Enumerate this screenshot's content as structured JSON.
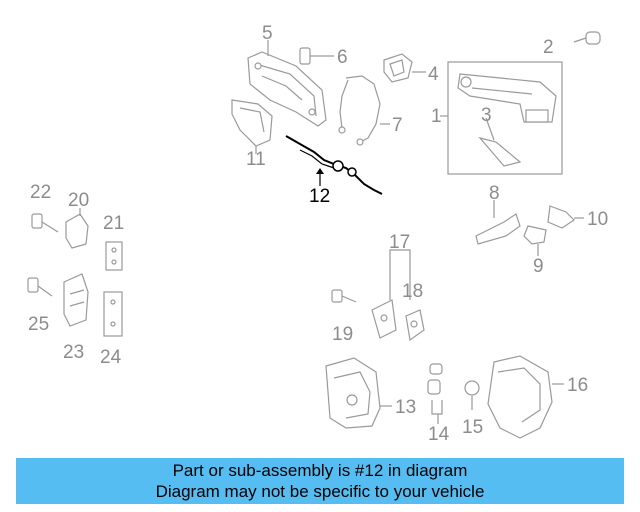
{
  "diagram": {
    "highlighted_part": "12",
    "callouts": {
      "c1": "1",
      "c2": "2",
      "c3": "3",
      "c4": "4",
      "c5": "5",
      "c6": "6",
      "c7": "7",
      "c8": "8",
      "c9": "9",
      "c10": "10",
      "c11": "11",
      "c12": "12",
      "c13": "13",
      "c14": "14",
      "c15": "15",
      "c16": "16",
      "c17": "17",
      "c18": "18",
      "c19": "19",
      "c20": "20",
      "c21": "21",
      "c22": "22",
      "c23": "23",
      "c24": "24",
      "c25": "25"
    },
    "colors": {
      "parts": "#9a9a9a",
      "highlight": "#000000",
      "banner": "#55bdf2"
    }
  },
  "banner": {
    "line1": "Part or sub-assembly is #12 in diagram",
    "line2": "Diagram may not be specific to your vehicle"
  }
}
